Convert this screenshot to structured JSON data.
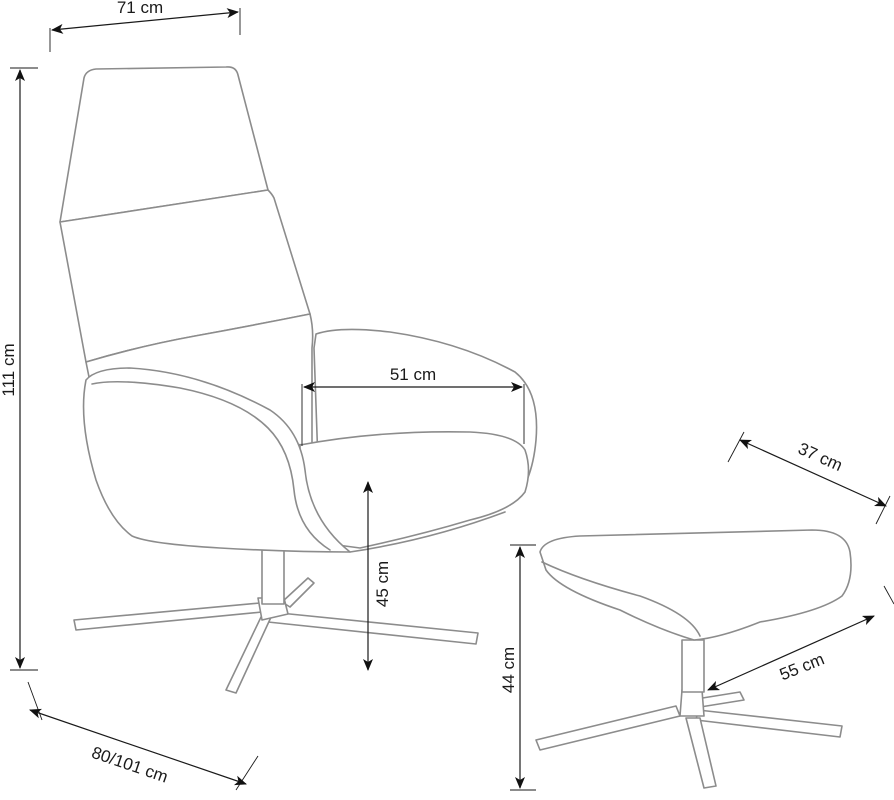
{
  "dimensions": {
    "chair_width": "71 cm",
    "chair_height": "111 cm",
    "chair_depth": "80/101 cm",
    "seat_depth": "51 cm",
    "seat_height": "45 cm",
    "footstool_width": "37 cm",
    "footstool_length": "55 cm",
    "footstool_height": "44 cm"
  },
  "colors": {
    "outline": "#8c8c8c",
    "dimension_lines": "#1a1a1a",
    "background": "#ffffff"
  }
}
